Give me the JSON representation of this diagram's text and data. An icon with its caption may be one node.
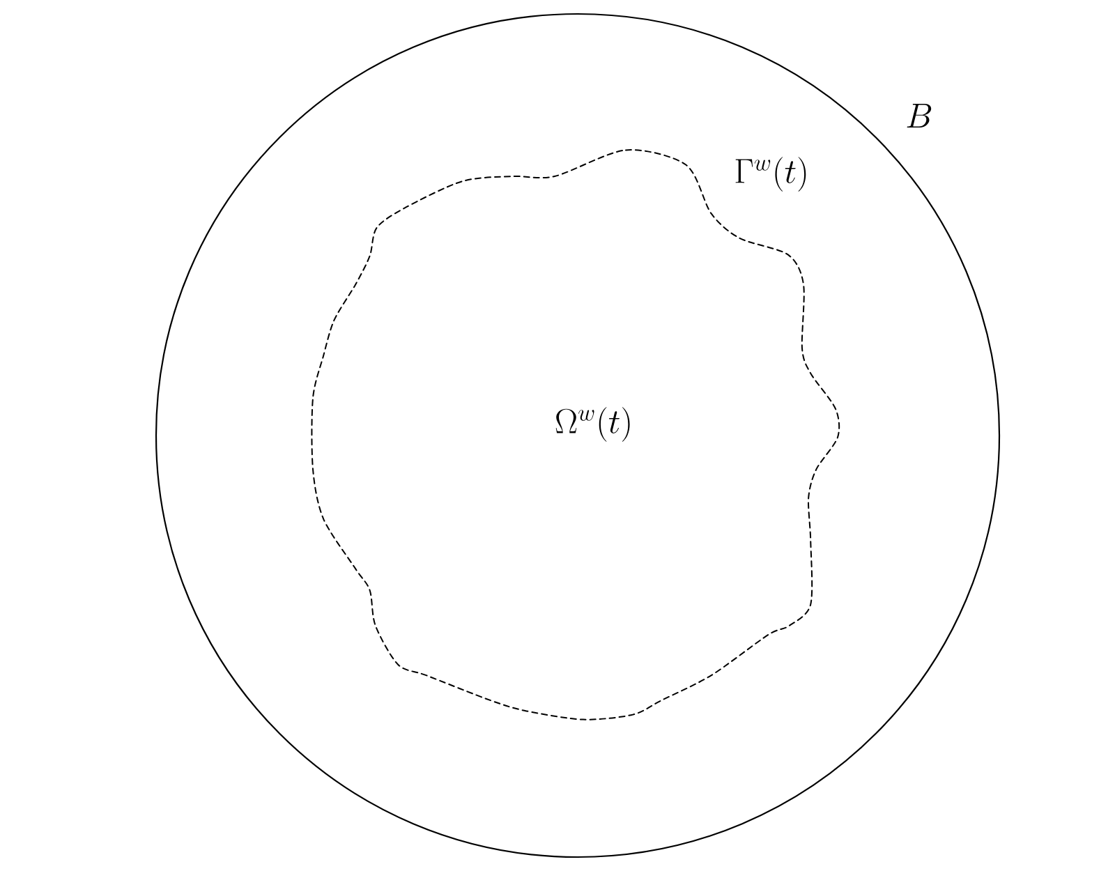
{
  "diagram": {
    "nodes": [
      {
        "text": [
          "B"
        ]
      },
      {
        "text": [
          "\\Omega^w(t)"
        ],
        "beside": [
          "\\Gamma^w(t)"
        ],
        "in": 0
      }
    ]
  }
}
